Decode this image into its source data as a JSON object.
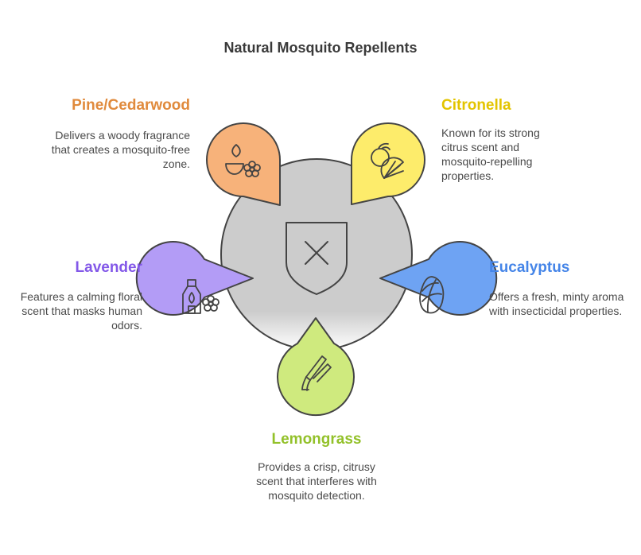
{
  "title": "Natural Mosquito Repellents",
  "items": [
    {
      "key": "pine",
      "heading": "Pine/Cedarwood",
      "description": "Delivers a woody fragrance that creates a mosquito-free zone.",
      "color": "#f7b27a",
      "text_color": "#e08a3c",
      "icon": "candle-flower-icon"
    },
    {
      "key": "citronella",
      "heading": "Citronella",
      "description": "Known for its strong citrus scent and mosquito-repelling properties.",
      "color": "#fdec6b",
      "text_color": "#e3c400",
      "icon": "citrus-icon"
    },
    {
      "key": "lavender",
      "heading": "Lavender",
      "description": "Features a calming floral scent that masks human odors.",
      "color": "#b39cf6",
      "text_color": "#8358e8",
      "icon": "oil-diffuser-icon"
    },
    {
      "key": "eucalyptus",
      "heading": "Eucalyptus",
      "description": "Offers a fresh, minty aroma with insecticidal properties.",
      "color": "#6ea3f3",
      "text_color": "#4585e8",
      "icon": "leaf-icon"
    },
    {
      "key": "lemongrass",
      "heading": "Lemongrass",
      "description": "Provides a crisp, citrusy scent that interferes with mosquito detection.",
      "color": "#cfea7e",
      "text_color": "#93c12a",
      "icon": "grass-stalk-icon"
    }
  ],
  "center": {
    "icon": "shield-x-icon",
    "color": "#cccccc"
  }
}
